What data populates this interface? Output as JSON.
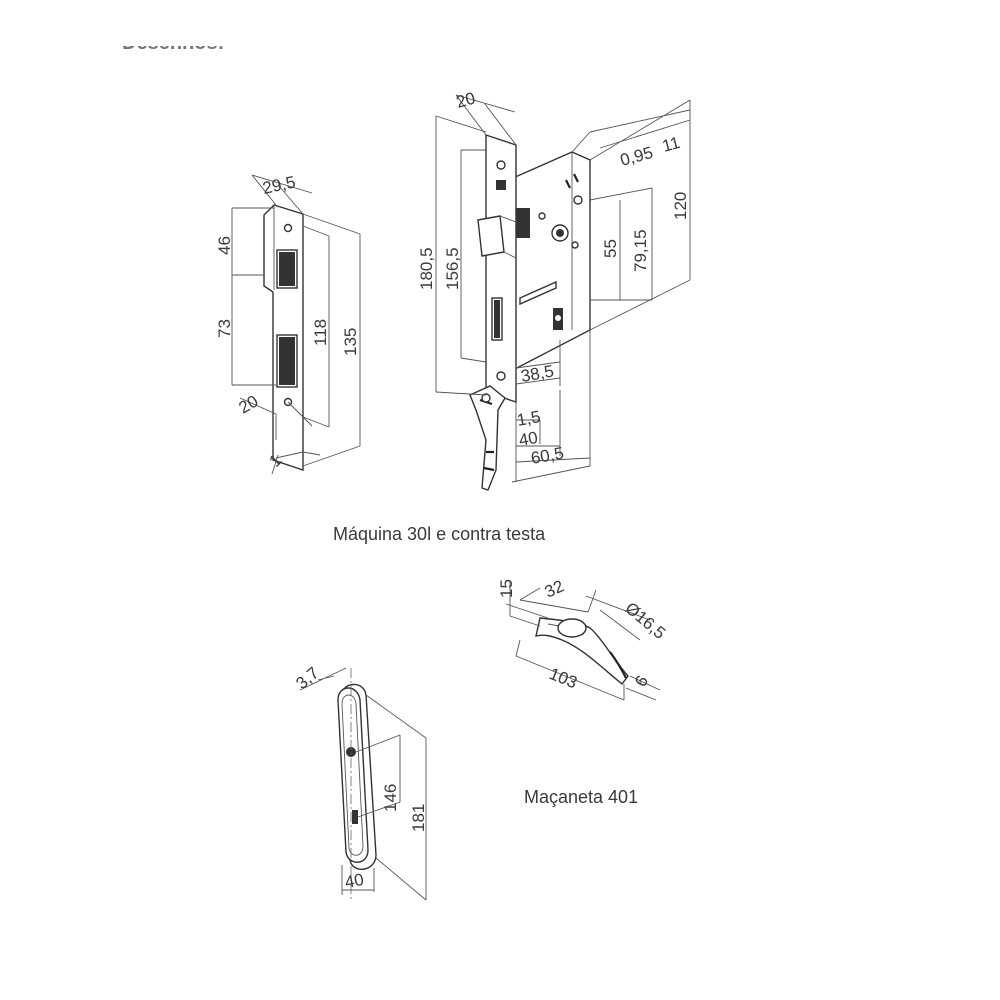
{
  "header_fragment": "Desenhos:",
  "captions": {
    "lock": "Máquina 30l e contra testa",
    "handle": "Maçaneta 401"
  },
  "dims": {
    "strike": {
      "w_top": "29,5",
      "h46": "46",
      "h73": "73",
      "h118": "118",
      "h135": "135",
      "b20": "20",
      "b1": "1"
    },
    "lock": {
      "w20": "20",
      "d11": "11",
      "d095": "0,95",
      "h120": "120",
      "h1805": "180,5",
      "h1565": "156,5",
      "h55": "55",
      "h7915": "79,15",
      "w385": "38,5",
      "w15": "1,5",
      "w40": "40",
      "w605": "60,5"
    },
    "handle": {
      "h15": "15",
      "w32": "32",
      "d165": "Ø16,5",
      "l103": "103",
      "t6": "6"
    },
    "plate": {
      "t37": "3,7",
      "h146": "146",
      "h181": "181",
      "w40": "40"
    }
  }
}
